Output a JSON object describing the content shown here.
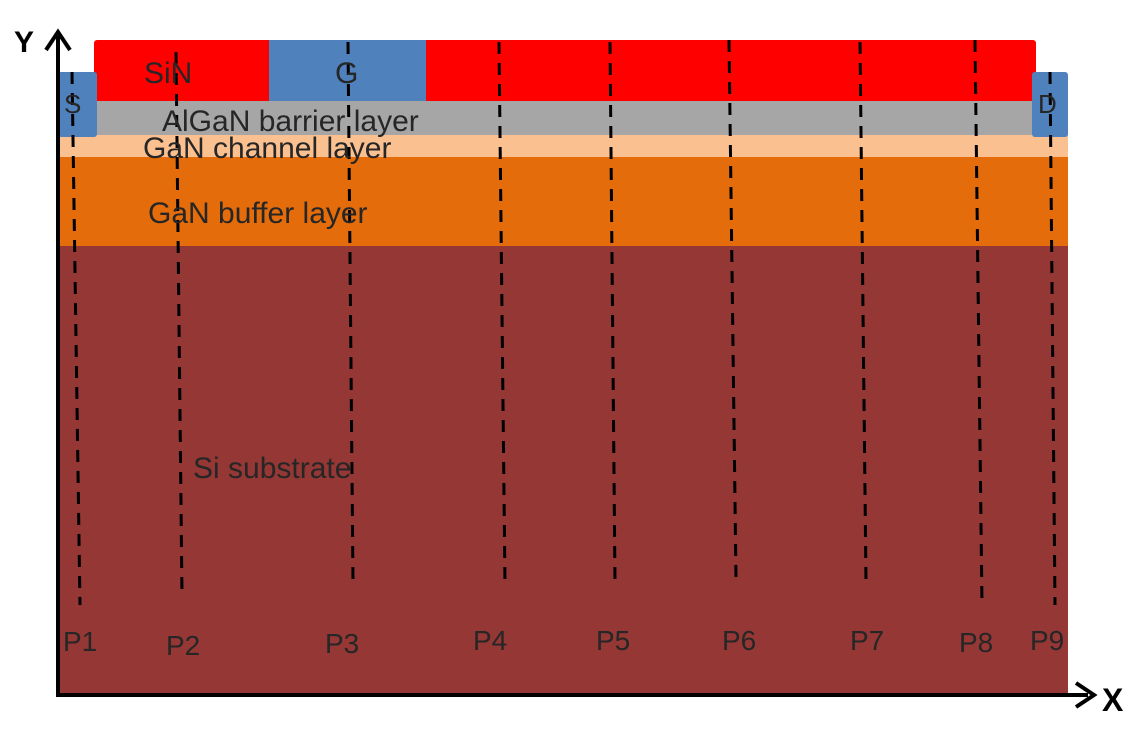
{
  "axes": {
    "x_label": "X",
    "y_label": "Y"
  },
  "layers": [
    {
      "label": "SiN",
      "color": "#ff0000"
    },
    {
      "label": "G",
      "color": "#4f81bd"
    },
    {
      "label": "S",
      "color": "#4f81bd"
    },
    {
      "label": "D",
      "color": "#4f81bd"
    },
    {
      "label": "AlGaN barrier layer",
      "color": "#a6a6a6"
    },
    {
      "label": "GaN channel layer",
      "color": "#fac090"
    },
    {
      "label": "GaN buffer layer",
      "color": "#e46c0a"
    },
    {
      "label": "Si substrate",
      "color": "#953735"
    }
  ],
  "probe_lines": [
    "P1",
    "P2",
    "P3",
    "P4",
    "P5",
    "P6",
    "P7",
    "P8",
    "P9"
  ],
  "text_color": "#262626",
  "line_color": "#000000"
}
